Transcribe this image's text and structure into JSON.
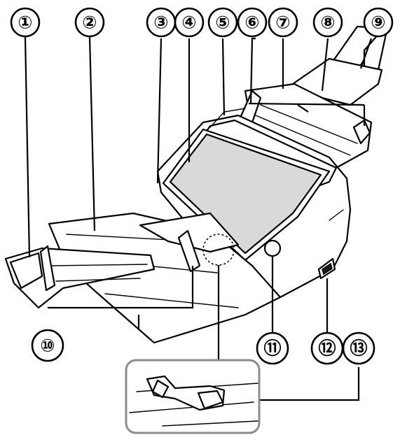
{
  "callouts": [
    {
      "id": 1,
      "label": "①"
    },
    {
      "id": 2,
      "label": "②"
    },
    {
      "id": 3,
      "label": "③"
    },
    {
      "id": 4,
      "label": "④"
    },
    {
      "id": 5,
      "label": "⑤"
    },
    {
      "id": 6,
      "label": "⑥"
    },
    {
      "id": 7,
      "label": "⑦"
    },
    {
      "id": 8,
      "label": "⑧"
    },
    {
      "id": 9,
      "label": "⑨"
    },
    {
      "id": 10,
      "label": "⑩"
    },
    {
      "id": 11,
      "label": "⑪"
    },
    {
      "id": 12,
      "label": "⑫"
    },
    {
      "id": 13,
      "label": "⑬"
    }
  ],
  "colors": {
    "line": "#000000",
    "inset_border": "#8c8c8c",
    "panel": "#d9d9d9"
  }
}
